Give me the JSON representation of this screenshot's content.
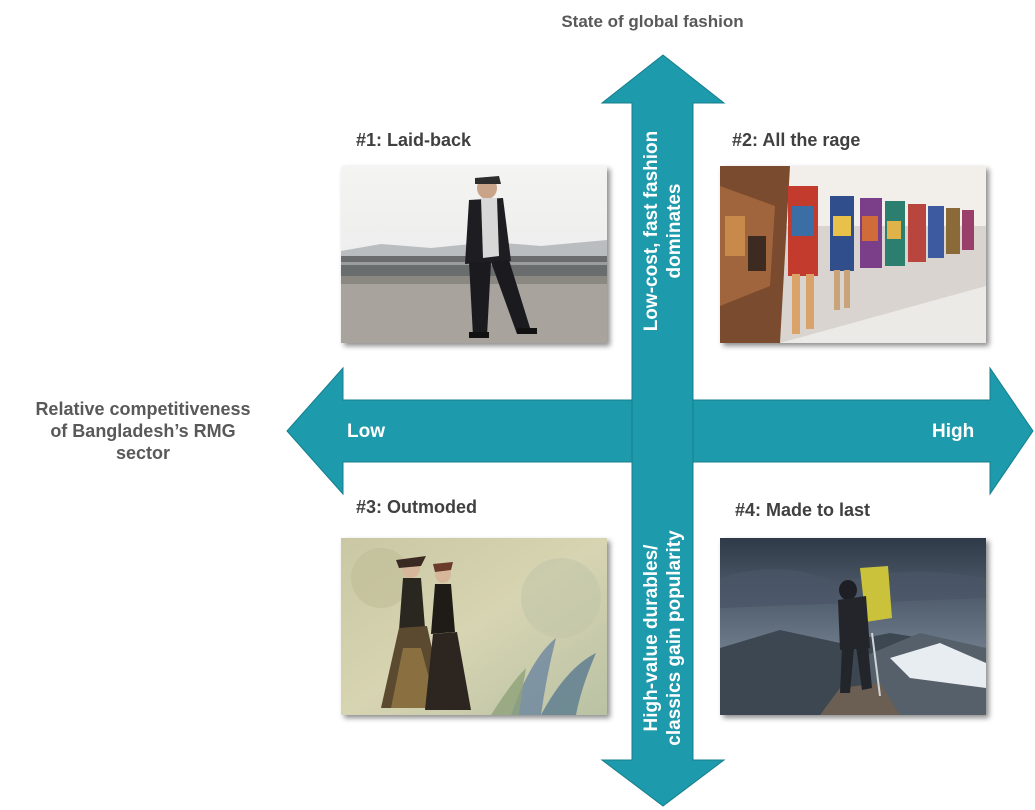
{
  "vertical_axis": {
    "title": "State of global fashion",
    "top_label": [
      "Low-cost, fast fashion",
      "dominates"
    ],
    "bottom_label": [
      "High-value durables/",
      "classics gain popularity"
    ]
  },
  "horizontal_axis": {
    "title": [
      "Relative competitiveness",
      "of Bangladesh’s RMG",
      "sector"
    ],
    "low_label": "Low",
    "high_label": "High"
  },
  "quadrants": [
    {
      "label": "#1: Laid-back"
    },
    {
      "label": "#2: All the rage"
    },
    {
      "label": "#3: Outmoded"
    },
    {
      "label": "#4: Made to last"
    }
  ],
  "colors": {
    "arrow": "#1d9aab",
    "arrow_edge": "#177f8d"
  }
}
